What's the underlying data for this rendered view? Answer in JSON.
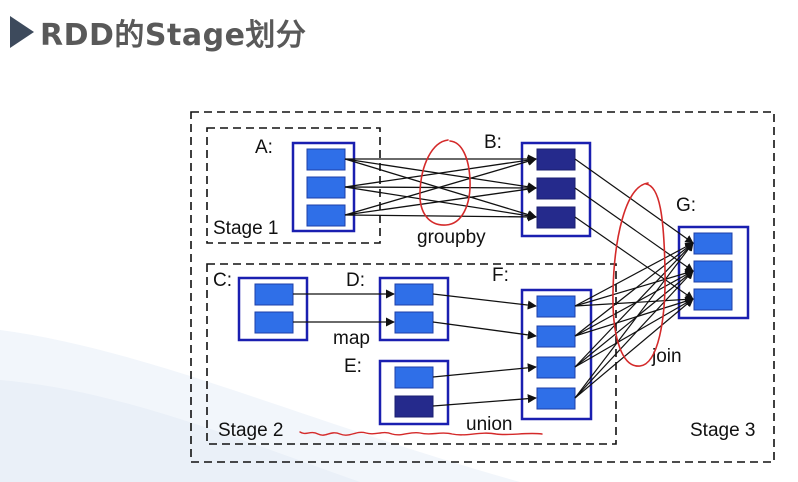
{
  "title": "RDD的Stage划分",
  "rdd_labels": {
    "A": "A:",
    "B": "B:",
    "C": "C:",
    "D": "D:",
    "E": "E:",
    "F": "F:",
    "G": "G:"
  },
  "stage_labels": {
    "stage1": "Stage 1",
    "stage2": "Stage 2",
    "stage3": "Stage 3"
  },
  "operation_labels": {
    "groupby": "groupby",
    "map": "map",
    "union": "union",
    "join": "join"
  },
  "colors": {
    "rdd_border": "#1a1fb0",
    "partition_light": "#2f6fe8",
    "partition_dark": "#252a8c",
    "stage_border": "#111111",
    "annotation_red": "#d42a2a",
    "title_marker": "#3d4a5c",
    "title_text": "#595959"
  }
}
